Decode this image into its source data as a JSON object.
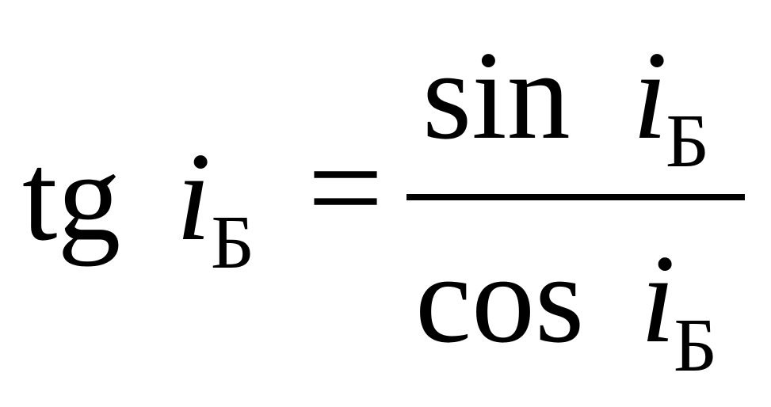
{
  "formula": {
    "lhs": {
      "function": "tg",
      "variable": "i",
      "subscript": "Б"
    },
    "equals": "=",
    "numerator": {
      "function": "sin",
      "variable": "i",
      "subscript": "Б"
    },
    "denominator": {
      "function": "cos",
      "variable": "i",
      "subscript": "Б"
    }
  }
}
